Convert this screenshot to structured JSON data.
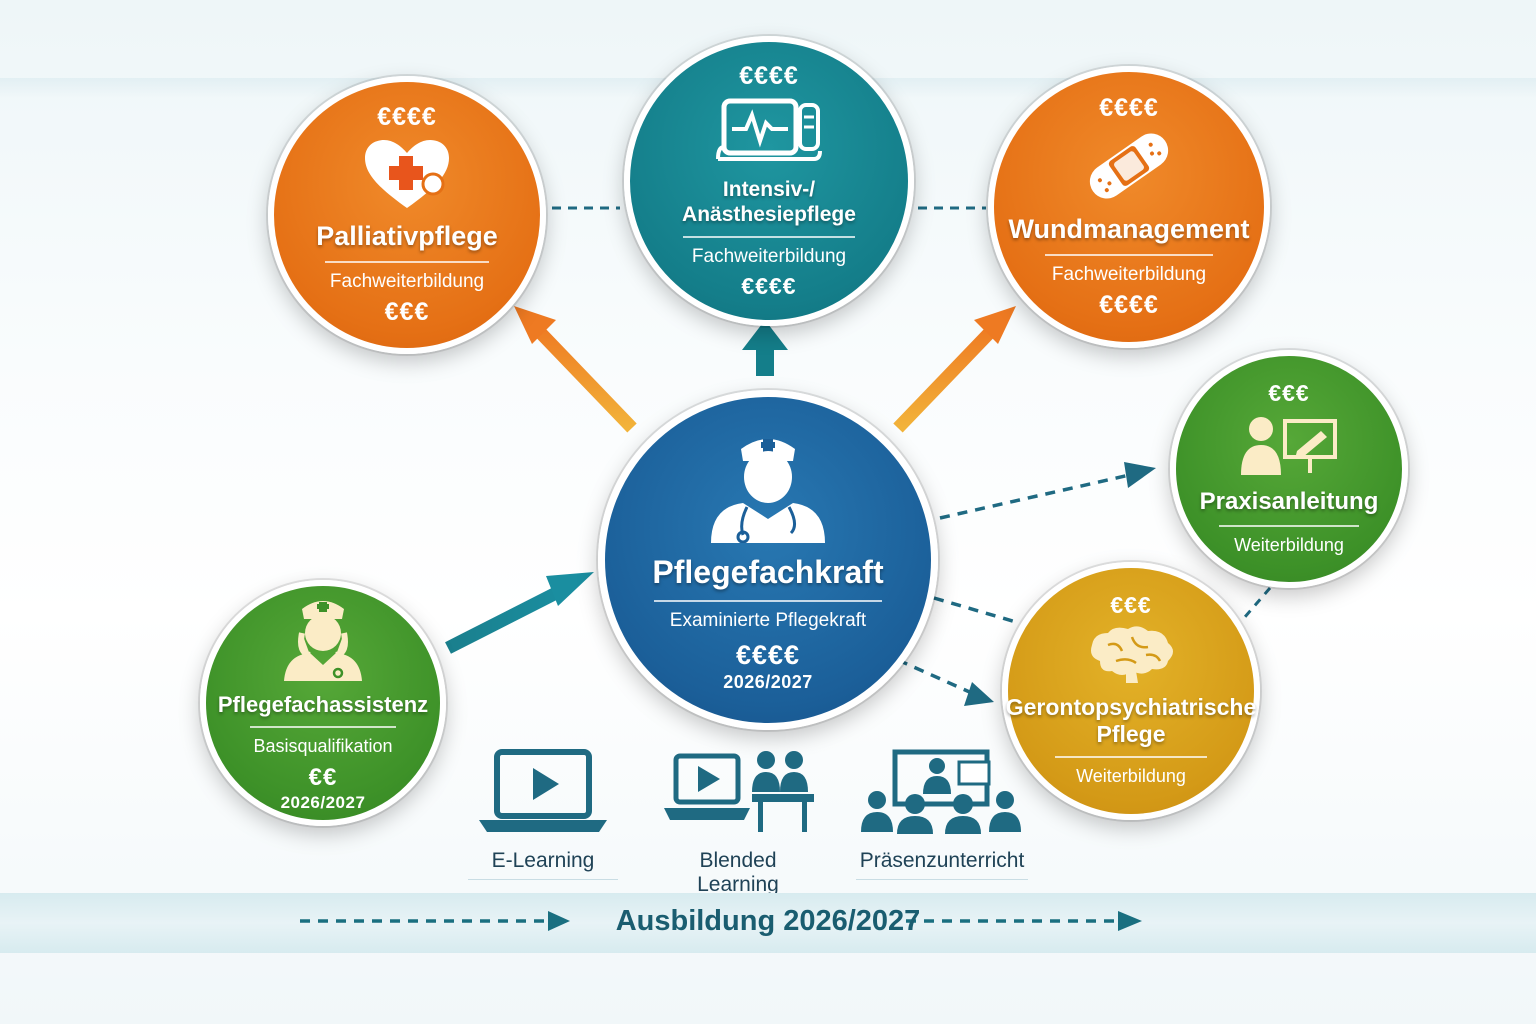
{
  "nodes": {
    "palliativ": {
      "price_top": "€€€€",
      "title": "Palliativpflege",
      "subtitle": "Fachweiterbildung",
      "price_bottom": "€€€",
      "icon": "heart-medical-icon",
      "color": "#e57015"
    },
    "intensiv": {
      "price_top": "€€€€",
      "title": "Intensiv-/ Anästhesiepflege",
      "subtitle": "Fachweiterbildung",
      "price_bottom": "€€€€",
      "icon": "monitor-icon",
      "color": "#147e8a"
    },
    "wund": {
      "price_top": "€€€€",
      "title": "Wundmanagement",
      "subtitle": "Fachweiterbildung",
      "price_bottom": "€€€€",
      "icon": "bandage-icon",
      "color": "#e57015"
    },
    "praxis": {
      "price_top": "€€€",
      "title": "Praxisanleitung",
      "subtitle": "Weiterbildung",
      "icon": "teacher-board-icon",
      "color": "#3d9128"
    },
    "fachkraft": {
      "title": "Pflegefachkraft",
      "subtitle": "Examinierte Pflegekraft",
      "price": "€€€€",
      "year": "2026/2027",
      "icon": "nurse-icon",
      "color": "#1b5f99"
    },
    "assistenz": {
      "title": "Pflegefachassistenz",
      "subtitle": "Basisqualifikation",
      "price": "€€",
      "year": "2026/2027",
      "icon": "nurse-female-icon",
      "color": "#3d9128"
    },
    "geronto": {
      "price_top": "€€€",
      "title": "Gerontopsychiatrische Pflege",
      "subtitle": "Weiterbildung",
      "icon": "brain-icon",
      "color": "#d49a17"
    }
  },
  "methods": [
    {
      "label": "E-Learning",
      "icon": "laptop-video-icon"
    },
    {
      "label": "Blended Learning",
      "icon": "laptop-group-icon"
    },
    {
      "label": "Präsenzunterricht",
      "icon": "classroom-icon"
    }
  ],
  "timeline": {
    "label": "Ausbildung 2026/2027"
  }
}
